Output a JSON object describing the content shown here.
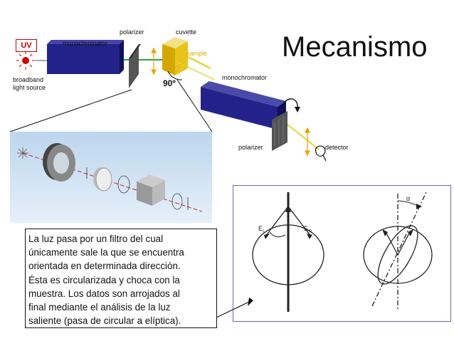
{
  "title": "Mecanismo",
  "apparatus": {
    "uv_label": "UV",
    "monochromator1": "monochromator",
    "polarizer1": "polarizer",
    "cuvette": "cuvette",
    "sample": "sample",
    "source": [
      "broadband",
      "light source"
    ],
    "angle": "90º",
    "monochromator2": "monochromator",
    "polarizer2": "polarizer",
    "detector": "detector"
  },
  "description": [
    "La luz pasa por un filtro del cual",
    "únicamente sale la que se encuentra",
    "orientada en determinada dirección.",
    "Ésta es circularizada y choca con la",
    "muestra. Los datos son arrojados al",
    "final mediante el análisis de la luz",
    "saliente (pasa de circular a elíptica)."
  ],
  "polarization_diagram": {
    "left_vector_label_1": "E",
    "left_vector_sub_1": "L",
    "left_vector_label_2": "E",
    "left_vector_sub_2": "R",
    "angle_label": "α"
  },
  "colors": {
    "uv": "#cc0000",
    "monochromator": "#22228a",
    "beam_green": "#22aa44",
    "beam_yellow": "#e8d23a",
    "cuvette": "#d4a800",
    "frame": "#6a6aa8"
  }
}
